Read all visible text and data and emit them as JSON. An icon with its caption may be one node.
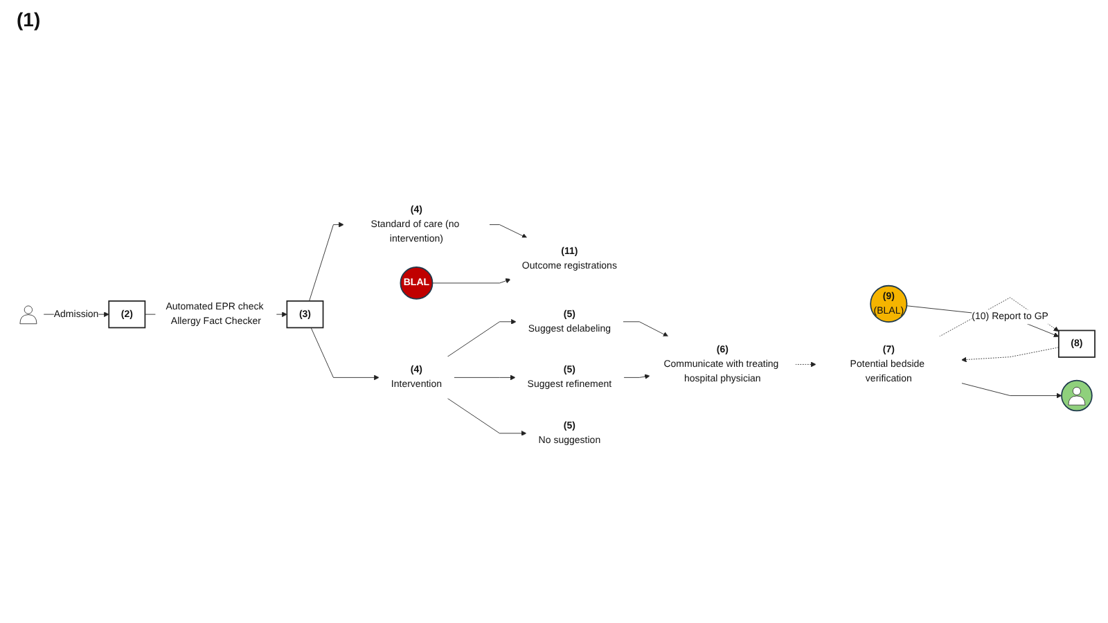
{
  "diagram": {
    "nodes": [
      {
        "text": [],
        "shape": "person"
      },
      {
        "text": [
          "(2)"
        ]
      },
      {
        "text": [
          "(3)"
        ]
      },
      {
        "text": [
          "(4)",
          "Standard of care (no intervention)"
        ]
      },
      {
        "text": [
          "(11)",
          "Outcome registrations"
        ]
      },
      {
        "text": [
          "(4)",
          "Intervention"
        ]
      },
      {
        "text": [
          "(5)",
          "Suggest delabeling"
        ]
      },
      {
        "text": [
          "(5)",
          "Suggest refinement"
        ]
      },
      {
        "text": [
          "(5)",
          "No suggestion"
        ]
      },
      {
        "text": [
          "(6)",
          "Communicate with treating hospital physician"
        ]
      },
      {
        "text": [
          "(7)",
          "Potential bedside verification"
        ]
      },
      {
        "text": [
          "(8)"
        ]
      },
      {
        "text": [],
        "shape": "person"
      },
      {
        "text": [
          "(9)",
          "(BLAL)"
        ]
      },
      {
        "text": [
          "BLAL"
        ]
      }
    ],
    "edges": [
      {
        "from": 0,
        "to": 1,
        "arrow": "to",
        "label": "Admission"
      },
      {
        "from": 1,
        "to": 2,
        "arrow": "to",
        "label": "Automated EPR check Allergy Fact Checker"
      },
      {
        "from": 2,
        "to": 3,
        "arrow": "to"
      },
      {
        "from": 3,
        "to": 4,
        "arrow": "to"
      },
      {
        "from": 2,
        "to": 5,
        "arrow": "to"
      },
      {
        "from": 5,
        "to": 6,
        "arrow": "to"
      },
      {
        "from": 5,
        "to": 7,
        "arrow": "to"
      },
      {
        "from": 5,
        "to": 8,
        "arrow": "to"
      },
      {
        "from": 6,
        "to": 9,
        "arrow": "to"
      },
      {
        "from": 7,
        "to": 9,
        "arrow": "to"
      },
      {
        "from": 9,
        "to": 10,
        "arrow": "to",
        "style": "dashed"
      },
      {
        "from": 10,
        "to": 11,
        "arrow": "to",
        "style": "dashed"
      },
      {
        "from": 11,
        "to": 10,
        "arrow": "to",
        "style": "dashed"
      },
      {
        "from": 10,
        "to": 12,
        "arrow": "to"
      },
      {
        "from": 14,
        "to": 4,
        "arrow": "to"
      },
      {
        "from": 13,
        "to": 11,
        "arrow": "to",
        "label": "(10) Report to GP"
      }
    ],
    "labels": [
      "(1)"
    ]
  }
}
